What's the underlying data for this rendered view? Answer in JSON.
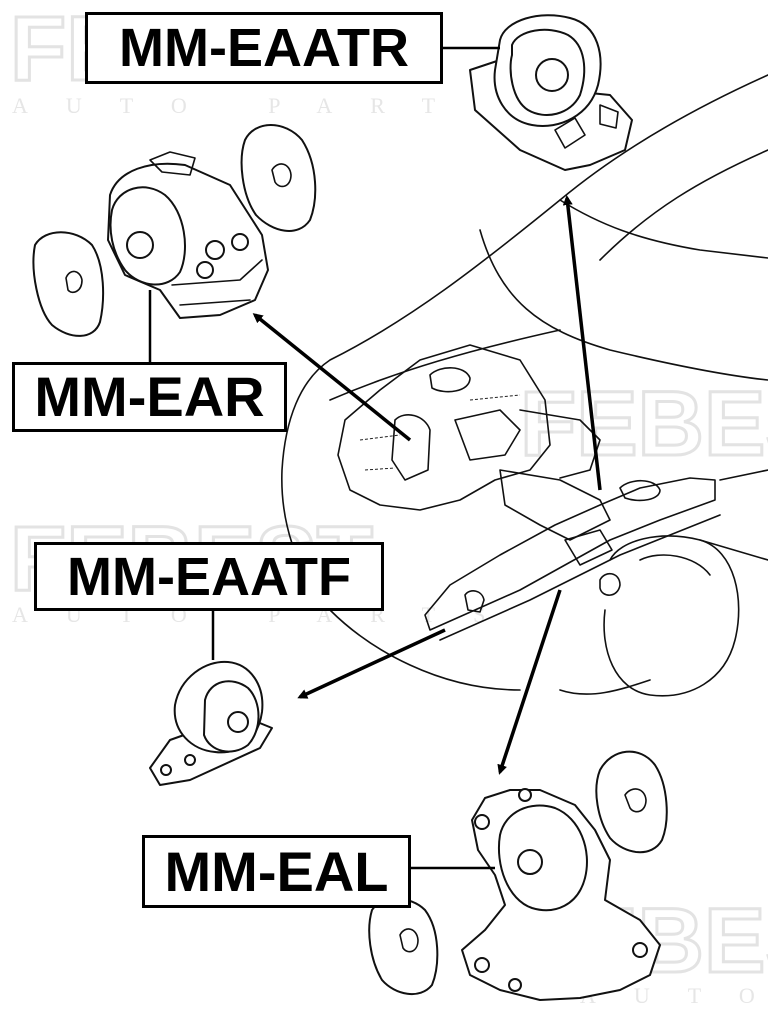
{
  "watermark": {
    "brand": "FEBEST",
    "tagline": "AUTO PARTS"
  },
  "parts": [
    {
      "id": "eaatr",
      "code": "MM-EAATR"
    },
    {
      "id": "ear",
      "code": "MM-EAR"
    },
    {
      "id": "eaatf",
      "code": "MM-EAATF"
    },
    {
      "id": "eal",
      "code": "MM-EAL"
    }
  ],
  "colors": {
    "ink": "#000000",
    "watermark": "#e3e3e3",
    "background": "#ffffff"
  }
}
